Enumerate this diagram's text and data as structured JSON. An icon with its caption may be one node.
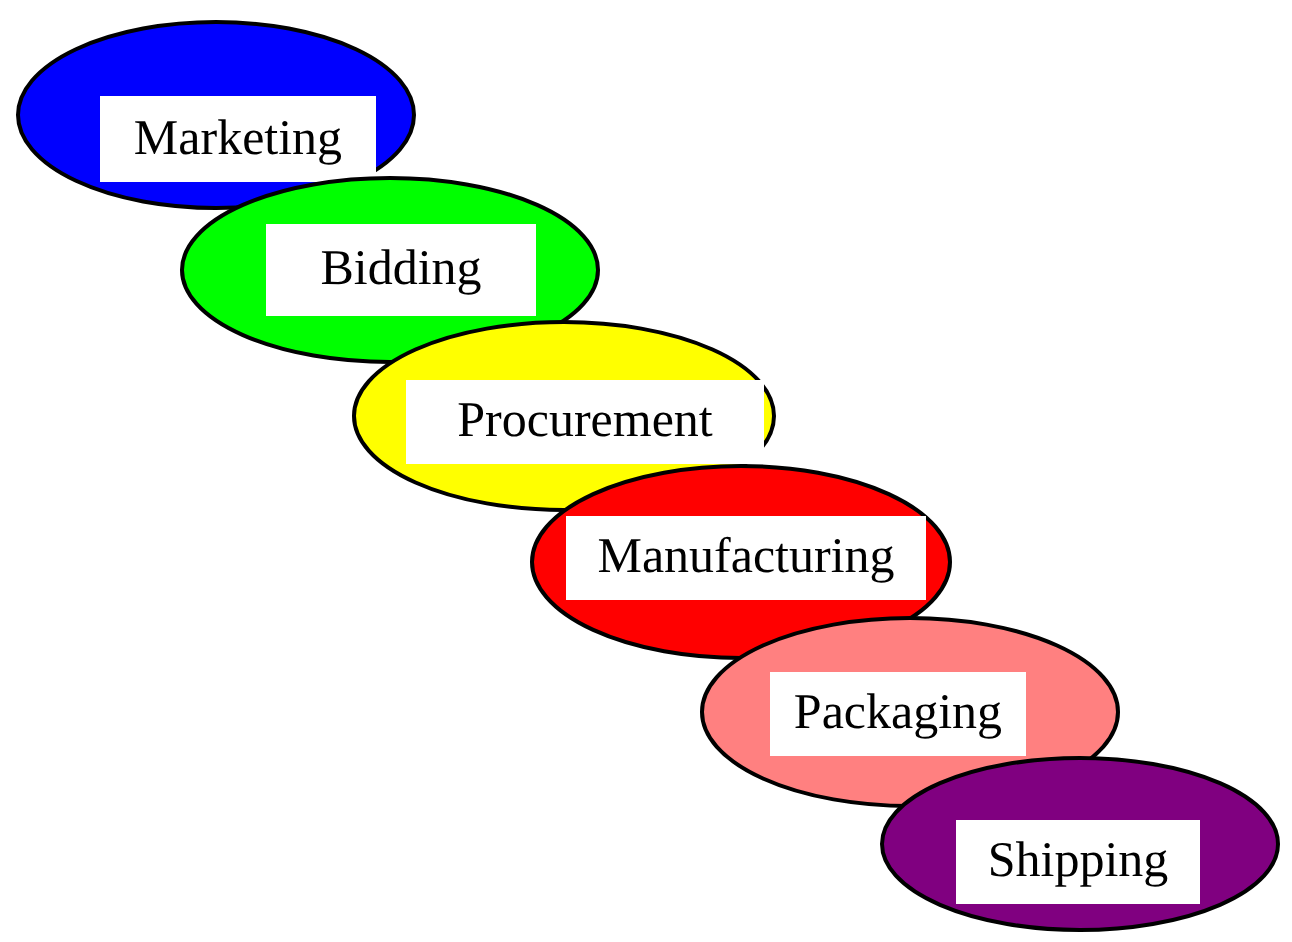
{
  "diagram": {
    "nodes": [
      {
        "text": [
          "Marketing"
        ]
      },
      {
        "text": [
          "Bidding"
        ]
      },
      {
        "text": [
          "Procurement"
        ]
      },
      {
        "text": [
          "Manufacturing"
        ]
      },
      {
        "text": [
          "Packaging"
        ]
      },
      {
        "text": [
          "Shipping"
        ]
      }
    ]
  }
}
